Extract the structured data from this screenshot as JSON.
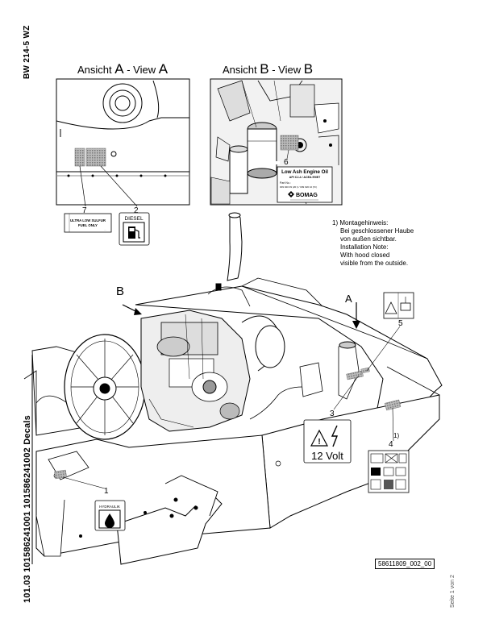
{
  "sidebar": {
    "model": "BW 214-5 WZ",
    "doc_code": "101.03 101586241001 101586241002 Decals",
    "page": "Seite 1 von 2"
  },
  "view_a": {
    "title_prefix": "Ansicht ",
    "letter": "A",
    "title_suffix": " - View ",
    "letter2": "A"
  },
  "view_b": {
    "title_prefix": "Ansicht ",
    "letter": "B",
    "title_suffix": " - View ",
    "letter2": "B"
  },
  "callouts": {
    "c1": "1",
    "c2": "2",
    "c3": "3",
    "c4": "4",
    "c5": "5",
    "c6": "6",
    "c7": "7",
    "c4_note": "1)"
  },
  "view_markers": {
    "a": "A",
    "b": "B"
  },
  "decals": {
    "ulsd_line1": "ULTRA LOW SULFUR",
    "ulsd_line2": "FUEL ONLY",
    "diesel": "DIESEL",
    "hydraulik": "HYDRAULIK",
    "oil_title": "Low Ash Engine Oil",
    "oil_spec": "API CJ-4 / ACEA E9/E7",
    "oil_part_label": "Part No.:",
    "oil_part_nums": "009 920 09 (20 l) / 009 920 10 (5 l)",
    "brand": "BOMAG",
    "volt": "12 Volt"
  },
  "note": {
    "line1": "1) Montagehinweis:",
    "line2": "Bei geschlossener Haube",
    "line3": "von außen sichtbar.",
    "line4": "Installation Note:",
    "line5": "With hood closed",
    "line6": "visible from the outside."
  },
  "drawing_number": "58611809_002_00",
  "icons": [
    "fuel-pump-icon",
    "warning-triangle-icon",
    "lightning-icon",
    "oil-drop-icon",
    "battery-icon",
    "bomag-logo-icon"
  ]
}
